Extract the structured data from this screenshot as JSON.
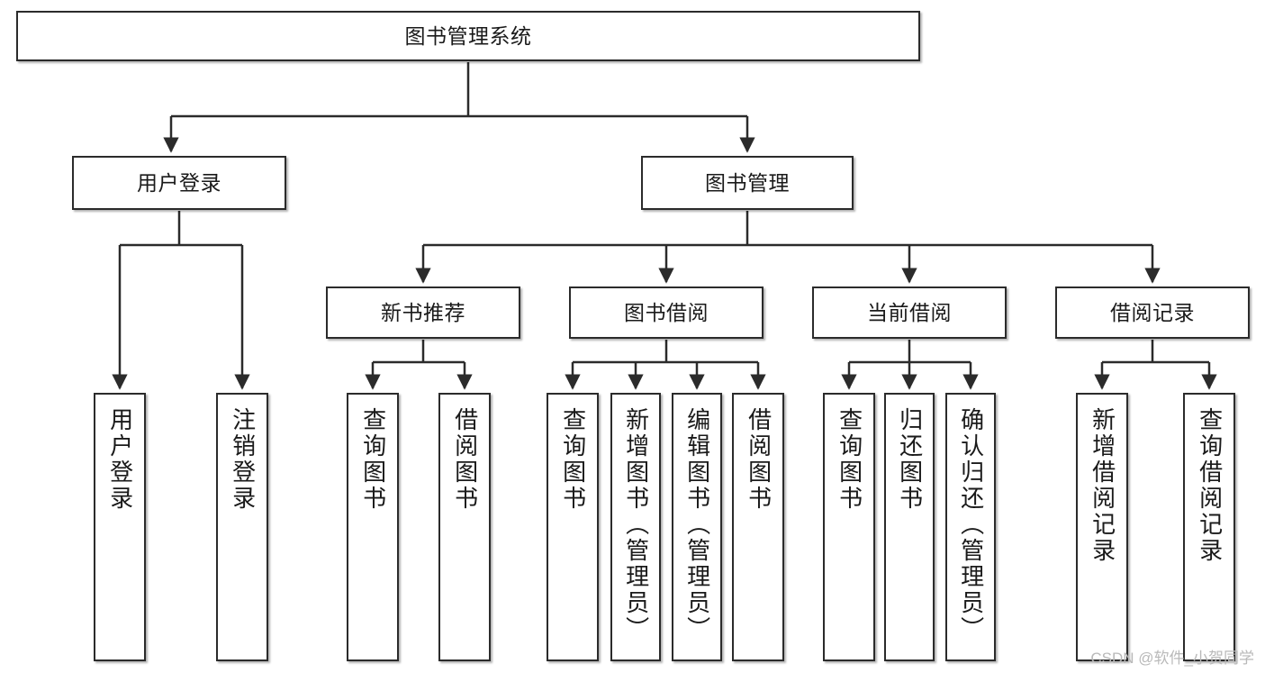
{
  "diagram": {
    "title": "图书管理系统",
    "watermark": "CSDN @软件_小贺同学",
    "colors": {
      "node_border": "#2b2b2b",
      "node_fill": "#ffffff",
      "edge": "#2b2b2b",
      "text": "#1a1a1a",
      "watermark": "#b9b9b9"
    },
    "nodes": {
      "root": {
        "label": "图书管理系统"
      },
      "level2": [
        {
          "label": "用户登录"
        },
        {
          "label": "图书管理"
        }
      ],
      "level3": [
        {
          "label": "新书推荐"
        },
        {
          "label": "图书借阅"
        },
        {
          "label": "当前借阅"
        },
        {
          "label": "借阅记录"
        }
      ],
      "leaves": {
        "user_login": [
          {
            "label": "用户登录"
          },
          {
            "label": "注销登录"
          }
        ],
        "new_book_recommend": [
          {
            "label": "查询图书"
          },
          {
            "label": "借阅图书"
          }
        ],
        "book_borrow": [
          {
            "label": "查询图书"
          },
          {
            "label": "新增图书（管理员）"
          },
          {
            "label": "编辑图书（管理员）"
          },
          {
            "label": "借阅图书"
          }
        ],
        "current_borrow": [
          {
            "label": "查询图书"
          },
          {
            "label": "归还图书"
          },
          {
            "label": "确认归还（管理员）"
          }
        ],
        "borrow_record": [
          {
            "label": "新增借阅记录"
          },
          {
            "label": "查询借阅记录"
          }
        ]
      }
    }
  }
}
